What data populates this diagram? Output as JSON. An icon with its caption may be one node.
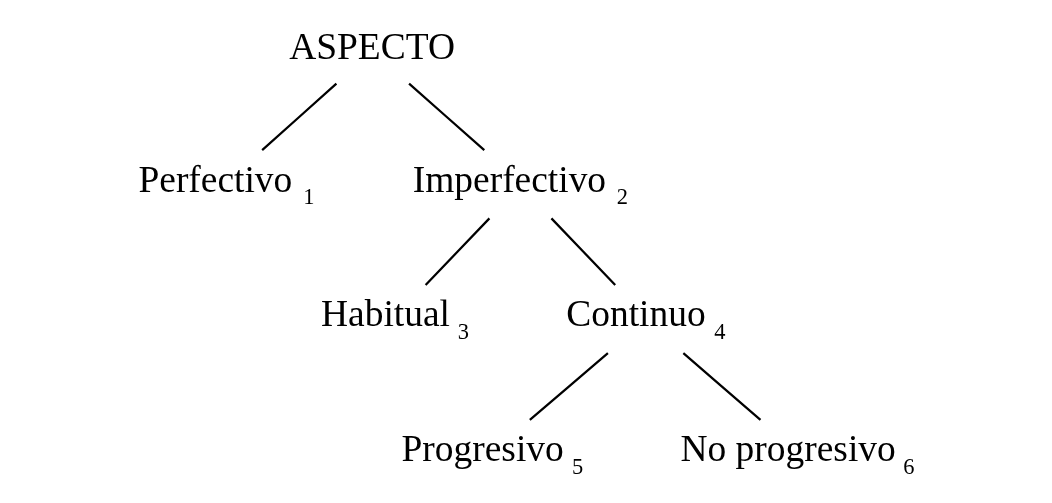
{
  "diagram": {
    "nodes": [
      {
        "text": [
          "ASPECTO"
        ]
      },
      {
        "text": [
          "Perfectivo $_{1}$"
        ]
      },
      {
        "text": [
          "Imperfectivo $_{2}$"
        ]
      },
      {
        "text": [
          "Habitual $_{3}$"
        ]
      },
      {
        "text": [
          "Continuo $_{4}$"
        ]
      },
      {
        "text": [
          "Progresivo $_{5}$"
        ]
      },
      {
        "text": [
          "No progresivo $_{6}$"
        ]
      }
    ],
    "edges": [
      {
        "from": 0,
        "to": 1,
        "arrow": "none"
      },
      {
        "from": 0,
        "to": 2,
        "arrow": "none"
      },
      {
        "from": 2,
        "to": 3,
        "arrow": "none"
      },
      {
        "from": 2,
        "to": 4,
        "arrow": "none"
      },
      {
        "from": 4,
        "to": 5,
        "arrow": "none"
      },
      {
        "from": 4,
        "to": 6,
        "arrow": "none"
      }
    ]
  }
}
